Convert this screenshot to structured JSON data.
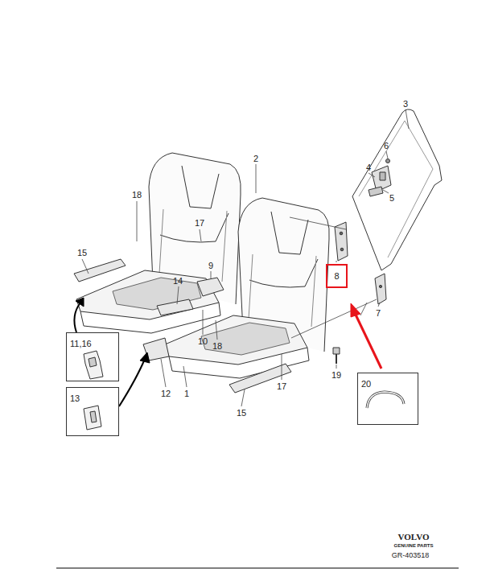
{
  "diagram": {
    "nodes": [
      {
        "text": [
          "8"
        ]
      },
      {
        "text": [
          "11,16"
        ]
      },
      {
        "text": [
          "13"
        ]
      },
      {
        "text": [
          "20"
        ]
      }
    ],
    "labels": [
      "3",
      "6",
      "2",
      "4",
      "5",
      "18",
      "17",
      "15",
      "9",
      "14",
      "10",
      "18",
      "17",
      "12",
      "1",
      "19",
      "15",
      "7",
      "VOLVO",
      "GENUINE PARTS",
      "GR-403518"
    ]
  }
}
